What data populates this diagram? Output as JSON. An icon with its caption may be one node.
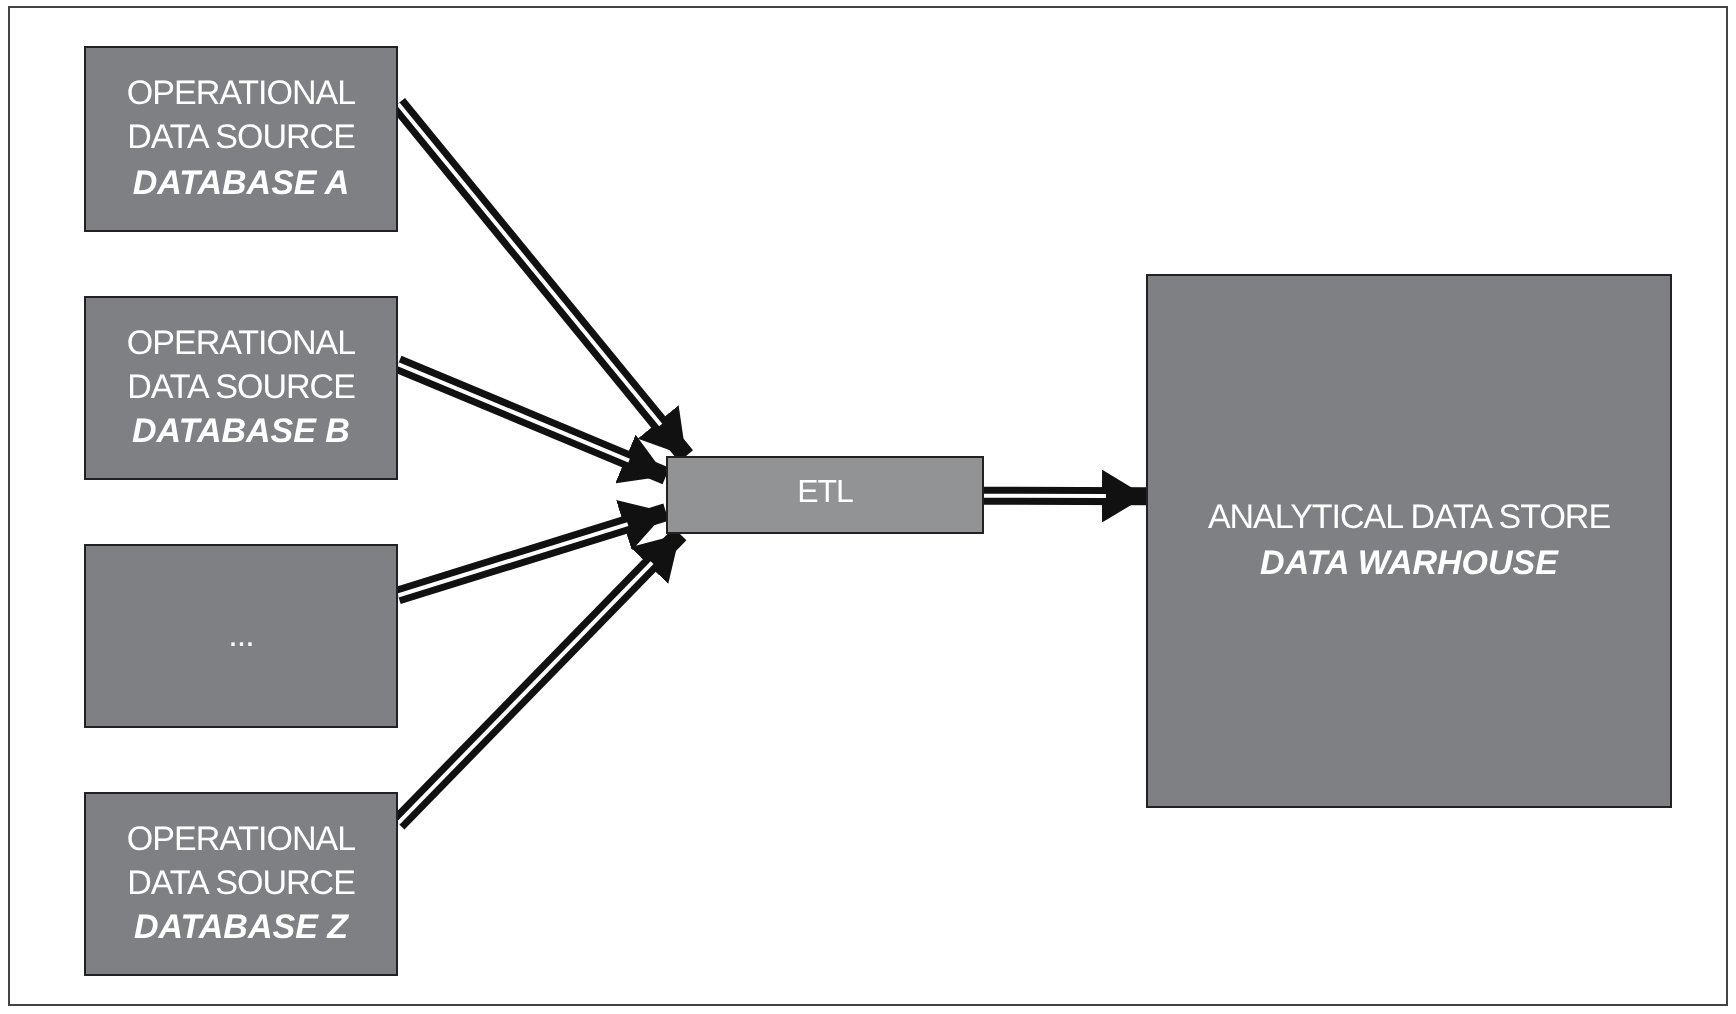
{
  "diagram": {
    "nodes": [
      {
        "text": [
          "OPERATIONAL DATA SOURCE",
          "DATABASE A"
        ]
      },
      {
        "text": [
          "OPERATIONAL DATA SOURCE",
          "DATABASE B"
        ]
      },
      {
        "text": [
          "..."
        ]
      },
      {
        "text": [
          "OPERATIONAL DATA SOURCE",
          "DATABASE Z"
        ]
      },
      {
        "text": [
          "ETL"
        ]
      },
      {
        "text": [
          "ANALYTICAL DATA STORE",
          "DATA WARHOUSE"
        ]
      }
    ],
    "edges": [
      {
        "from": 0,
        "to": 4,
        "arrow": "to"
      },
      {
        "from": 1,
        "to": 4,
        "arrow": "to"
      },
      {
        "from": 2,
        "to": 4,
        "arrow": "to"
      },
      {
        "from": 3,
        "to": 4,
        "arrow": "to"
      },
      {
        "from": 4,
        "to": 5,
        "arrow": "to"
      }
    ]
  }
}
